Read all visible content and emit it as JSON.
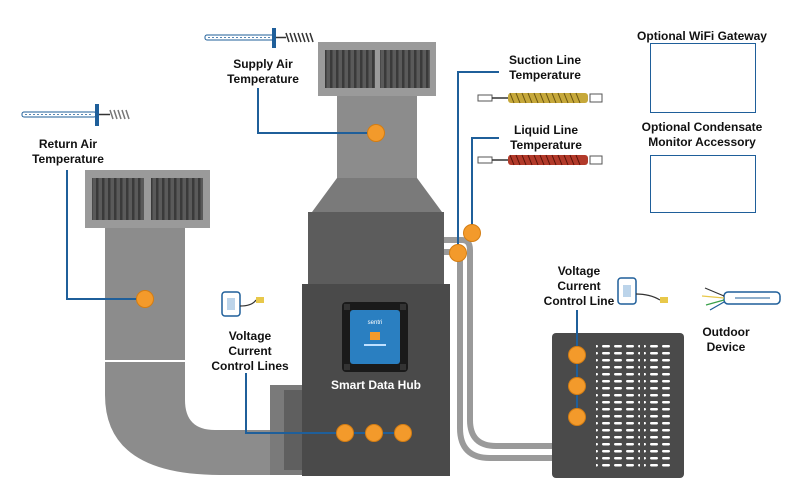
{
  "labels": {
    "supply_air": "Supply Air\nTemperature",
    "return_air": "Return Air\nTemperature",
    "suction_line": "Suction Line\nTemperature",
    "liquid_line": "Liquid Line\nTemperature",
    "wifi_gateway": "Optional WiFi Gateway",
    "condensate": "Optional Condensate\nMonitor Accessory",
    "vcc_indoor": "Voltage\nCurrent\nControl Lines",
    "vcc_outdoor": "Voltage\nCurrent\nControl Line",
    "outdoor_device": "Outdoor\nDevice",
    "smart_hub": "Smart Data Hub",
    "hub_brand": "sentri"
  },
  "colors": {
    "duct": "#8c8c8c",
    "duct_dark": "#5f5f5f",
    "furnace": "#4a4a4a",
    "sensor_dot": "#f39a2b",
    "leader_line": "#1f5f9a",
    "hub_body": "#2a7fc1",
    "suction_coil": "#c6a83a",
    "liquid_coil": "#b23a2a"
  }
}
